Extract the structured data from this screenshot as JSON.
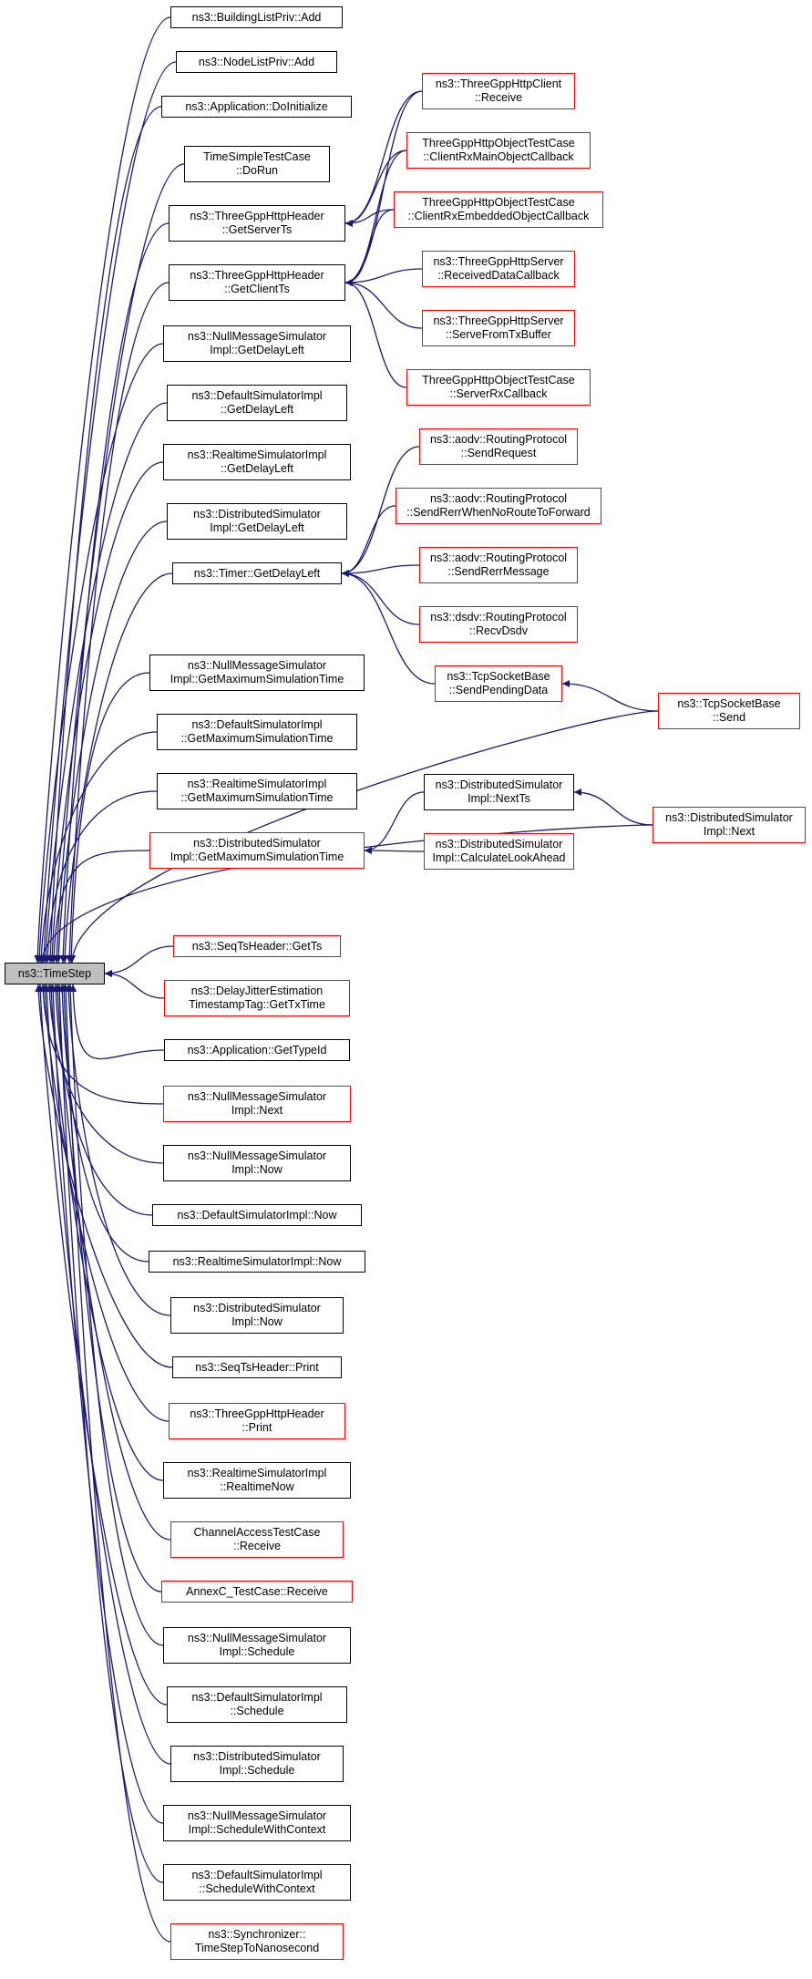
{
  "colors": {
    "edge": "#191970",
    "black_border": "#000000",
    "red_border": "#ff0000",
    "root_fill": "#bfbfbf"
  },
  "nodes": [
    {
      "id": "root",
      "lines": [
        "ns3::TimeStep"
      ],
      "border": "black",
      "root": true
    },
    {
      "id": "bldadd",
      "lines": [
        "ns3::BuildingListPriv::Add"
      ],
      "border": "black"
    },
    {
      "id": "nodadd",
      "lines": [
        "ns3::NodeListPriv::Add"
      ],
      "border": "black"
    },
    {
      "id": "appdoi",
      "lines": [
        "ns3::Application::DoInitialize"
      ],
      "border": "black"
    },
    {
      "id": "tsdorun",
      "lines": [
        "TimeSimpleTestCase",
        "::DoRun"
      ],
      "border": "black"
    },
    {
      "id": "gsts",
      "lines": [
        "ns3::ThreeGppHttpHeader",
        "::GetServerTs"
      ],
      "border": "black"
    },
    {
      "id": "gcts",
      "lines": [
        "ns3::ThreeGppHttpHeader",
        "::GetClientTs"
      ],
      "border": "black"
    },
    {
      "id": "nmgdl",
      "lines": [
        "ns3::NullMessageSimulator",
        "Impl::GetDelayLeft"
      ],
      "border": "black"
    },
    {
      "id": "dsigdl",
      "lines": [
        "ns3::DefaultSimulatorImpl",
        "::GetDelayLeft"
      ],
      "border": "black"
    },
    {
      "id": "rsigdl",
      "lines": [
        "ns3::RealtimeSimulatorImpl",
        "::GetDelayLeft"
      ],
      "border": "black"
    },
    {
      "id": "disgdl",
      "lines": [
        "ns3::DistributedSimulator",
        "Impl::GetDelayLeft"
      ],
      "border": "black"
    },
    {
      "id": "tgdl",
      "lines": [
        "ns3::Timer::GetDelayLeft"
      ],
      "border": "black"
    },
    {
      "id": "nmgmst",
      "lines": [
        "ns3::NullMessageSimulator",
        "Impl::GetMaximumSimulationTime"
      ],
      "border": "black"
    },
    {
      "id": "dsgmst",
      "lines": [
        "ns3::DefaultSimulatorImpl",
        "::GetMaximumSimulationTime"
      ],
      "border": "black"
    },
    {
      "id": "rsgmst",
      "lines": [
        "ns3::RealtimeSimulatorImpl",
        "::GetMaximumSimulationTime"
      ],
      "border": "black"
    },
    {
      "id": "digmst",
      "lines": [
        "ns3::DistributedSimulator",
        "Impl::GetMaximumSimulationTime"
      ],
      "border": "red"
    },
    {
      "id": "seqgts",
      "lines": [
        "ns3::SeqTsHeader::GetTs"
      ],
      "border": "red"
    },
    {
      "id": "djgtx",
      "lines": [
        "ns3::DelayJitterEstimation",
        "TimestampTag::GetTxTime"
      ],
      "border": "red"
    },
    {
      "id": "appgti",
      "lines": [
        "ns3::Application::GetTypeId"
      ],
      "border": "black"
    },
    {
      "id": "nmnext",
      "lines": [
        "ns3::NullMessageSimulator",
        "Impl::Next"
      ],
      "border": "red"
    },
    {
      "id": "nmnow",
      "lines": [
        "ns3::NullMessageSimulator",
        "Impl::Now"
      ],
      "border": "black"
    },
    {
      "id": "dsnow",
      "lines": [
        "ns3::DefaultSimulatorImpl::Now"
      ],
      "border": "black"
    },
    {
      "id": "rsnow",
      "lines": [
        "ns3::RealtimeSimulatorImpl::Now"
      ],
      "border": "black"
    },
    {
      "id": "dinow",
      "lines": [
        "ns3::DistributedSimulator",
        "Impl::Now"
      ],
      "border": "black"
    },
    {
      "id": "seqpr",
      "lines": [
        "ns3::SeqTsHeader::Print"
      ],
      "border": "black"
    },
    {
      "id": "hhpr",
      "lines": [
        "ns3::ThreeGppHttpHeader",
        "::Print"
      ],
      "border": "red"
    },
    {
      "id": "rsrtn",
      "lines": [
        "ns3::RealtimeSimulatorImpl",
        "::RealtimeNow"
      ],
      "border": "black"
    },
    {
      "id": "catcr",
      "lines": [
        "ChannelAccessTestCase",
        "::Receive"
      ],
      "border": "red"
    },
    {
      "id": "annexc",
      "lines": [
        "AnnexC_TestCase::Receive"
      ],
      "border": "red"
    },
    {
      "id": "nmsch",
      "lines": [
        "ns3::NullMessageSimulator",
        "Impl::Schedule"
      ],
      "border": "black"
    },
    {
      "id": "dssch",
      "lines": [
        "ns3::DefaultSimulatorImpl",
        "::Schedule"
      ],
      "border": "black"
    },
    {
      "id": "disch",
      "lines": [
        "ns3::DistributedSimulator",
        "Impl::Schedule"
      ],
      "border": "black"
    },
    {
      "id": "nmswc",
      "lines": [
        "ns3::NullMessageSimulator",
        "Impl::ScheduleWithContext"
      ],
      "border": "black"
    },
    {
      "id": "dsswc",
      "lines": [
        "ns3::DefaultSimulatorImpl",
        "::ScheduleWithContext"
      ],
      "border": "black"
    },
    {
      "id": "synts",
      "lines": [
        "ns3::Synchronizer::",
        "TimeStepToNanosecond"
      ],
      "border": "red"
    },
    {
      "id": "hcrecv",
      "lines": [
        "ns3::ThreeGppHttpClient",
        "::Receive"
      ],
      "border": "red"
    },
    {
      "id": "rxmain",
      "lines": [
        "ThreeGppHttpObjectTestCase",
        "::ClientRxMainObjectCallback"
      ],
      "border": "red"
    },
    {
      "id": "rxemb",
      "lines": [
        "ThreeGppHttpObjectTestCase",
        "::ClientRxEmbeddedObjectCallback"
      ],
      "border": "red"
    },
    {
      "id": "srvrdc",
      "lines": [
        "ns3::ThreeGppHttpServer",
        "::ReceivedDataCallback"
      ],
      "border": "red"
    },
    {
      "id": "srvsft",
      "lines": [
        "ns3::ThreeGppHttpServer",
        "::ServeFromTxBuffer"
      ],
      "border": "red"
    },
    {
      "id": "srvrx",
      "lines": [
        "ThreeGppHttpObjectTestCase",
        "::ServerRxCallback"
      ],
      "border": "red"
    },
    {
      "id": "aodvsr",
      "lines": [
        "ns3::aodv::RoutingProtocol",
        "::SendRequest"
      ],
      "border": "red"
    },
    {
      "id": "aodvrw",
      "lines": [
        "ns3::aodv::RoutingProtocol",
        "::SendRerrWhenNoRouteToForward"
      ],
      "border": "red"
    },
    {
      "id": "aodvrm",
      "lines": [
        "ns3::aodv::RoutingProtocol",
        "::SendRerrMessage"
      ],
      "border": "red"
    },
    {
      "id": "dsdvr",
      "lines": [
        "ns3::dsdv::RoutingProtocol",
        "::RecvDsdv"
      ],
      "border": "red"
    },
    {
      "id": "tcpspd",
      "lines": [
        "ns3::TcpSocketBase",
        "::SendPendingData"
      ],
      "border": "red"
    },
    {
      "id": "tcpsnd",
      "lines": [
        "ns3::TcpSocketBase",
        "::Send"
      ],
      "border": "red"
    },
    {
      "id": "dinext",
      "lines": [
        "ns3::DistributedSimulator",
        "Impl::NextTs"
      ],
      "border": "black"
    },
    {
      "id": "dicla",
      "lines": [
        "ns3::DistributedSimulator",
        "Impl::CalculateLookAhead"
      ],
      "border": "red"
    },
    {
      "id": "dinxt2",
      "lines": [
        "ns3::DistributedSimulator",
        "Impl::Next"
      ],
      "border": "red"
    }
  ],
  "edges": [
    [
      "bldadd",
      "root"
    ],
    [
      "nodadd",
      "root"
    ],
    [
      "appdoi",
      "root"
    ],
    [
      "tsdorun",
      "root"
    ],
    [
      "gsts",
      "root"
    ],
    [
      "gcts",
      "root"
    ],
    [
      "nmgdl",
      "root"
    ],
    [
      "dsigdl",
      "root"
    ],
    [
      "rsigdl",
      "root"
    ],
    [
      "disgdl",
      "root"
    ],
    [
      "tgdl",
      "root"
    ],
    [
      "nmgmst",
      "root"
    ],
    [
      "dsgmst",
      "root"
    ],
    [
      "rsgmst",
      "root"
    ],
    [
      "digmst",
      "root"
    ],
    [
      "seqgts",
      "root"
    ],
    [
      "djgtx",
      "root"
    ],
    [
      "appgti",
      "root"
    ],
    [
      "nmnext",
      "root"
    ],
    [
      "nmnow",
      "root"
    ],
    [
      "dsnow",
      "root"
    ],
    [
      "rsnow",
      "root"
    ],
    [
      "dinow",
      "root"
    ],
    [
      "seqpr",
      "root"
    ],
    [
      "hhpr",
      "root"
    ],
    [
      "rsrtn",
      "root"
    ],
    [
      "catcr",
      "root"
    ],
    [
      "annexc",
      "root"
    ],
    [
      "nmsch",
      "root"
    ],
    [
      "dssch",
      "root"
    ],
    [
      "disch",
      "root"
    ],
    [
      "nmswc",
      "root"
    ],
    [
      "dsswc",
      "root"
    ],
    [
      "synts",
      "root"
    ],
    [
      "tcpsnd",
      "root"
    ],
    [
      "dinxt2",
      "root"
    ],
    [
      "hcrecv",
      "gsts"
    ],
    [
      "rxmain",
      "gsts"
    ],
    [
      "rxemb",
      "gsts"
    ],
    [
      "hcrecv",
      "gcts"
    ],
    [
      "rxmain",
      "gcts"
    ],
    [
      "rxemb",
      "gcts"
    ],
    [
      "srvrdc",
      "gcts"
    ],
    [
      "srvsft",
      "gcts"
    ],
    [
      "srvrx",
      "gcts"
    ],
    [
      "aodvsr",
      "tgdl"
    ],
    [
      "aodvrw",
      "tgdl"
    ],
    [
      "aodvrm",
      "tgdl"
    ],
    [
      "dsdvr",
      "tgdl"
    ],
    [
      "tcpspd",
      "tgdl"
    ],
    [
      "tcpsnd",
      "tcpspd"
    ],
    [
      "dinext",
      "digmst"
    ],
    [
      "dicla",
      "digmst"
    ],
    [
      "dinxt2",
      "dinext"
    ]
  ]
}
